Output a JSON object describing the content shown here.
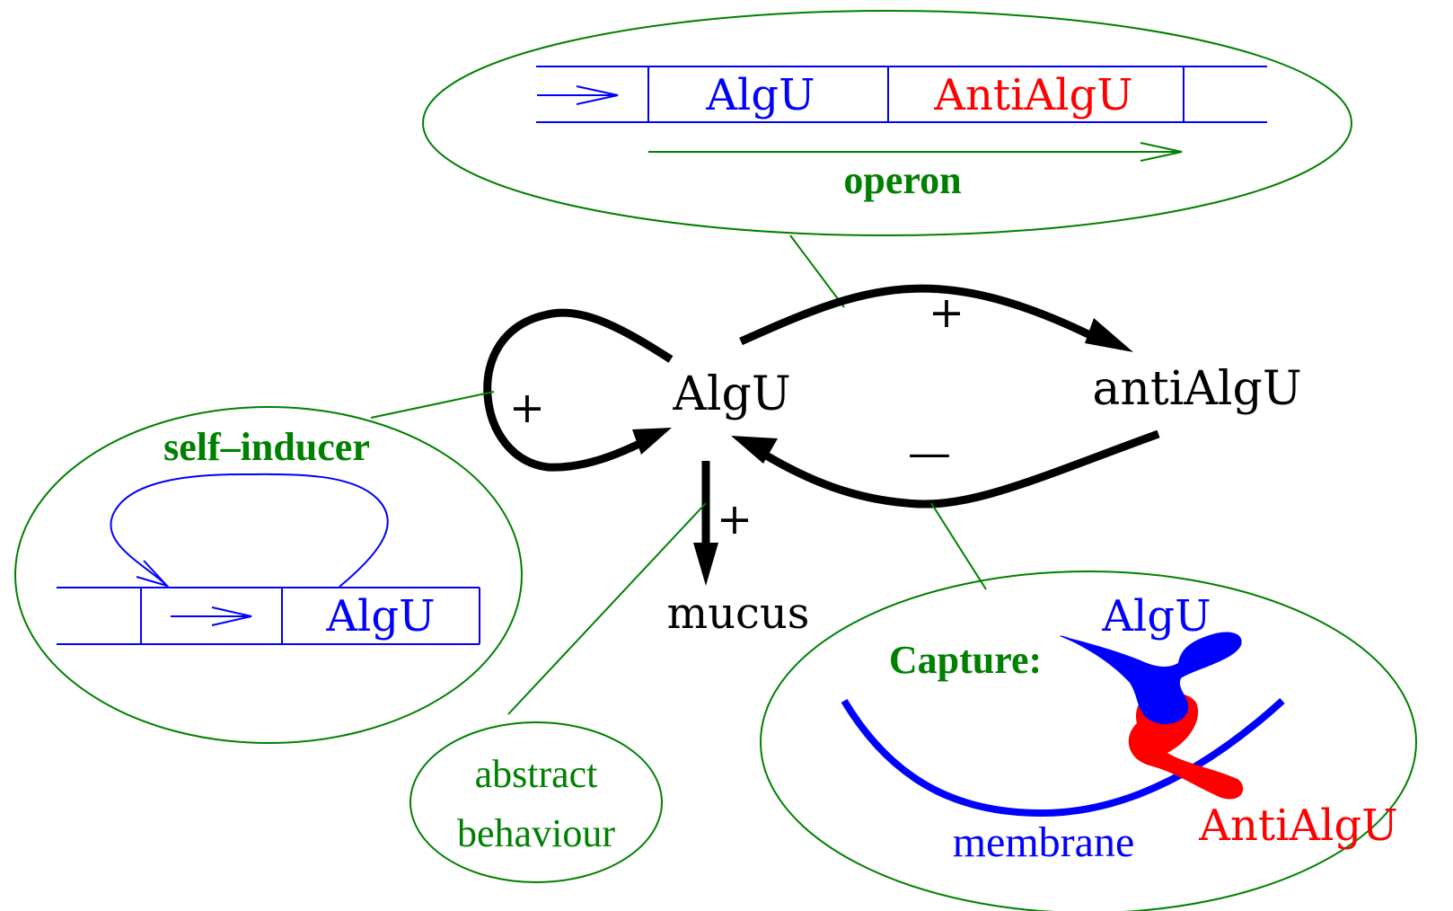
{
  "colors": {
    "black": "#000000",
    "green": "#008000",
    "blue": "#0000ff",
    "red": "#ff0000"
  },
  "operon": {
    "gene_1": "AlgU",
    "gene_2": "AntiAlgU",
    "label": "operon"
  },
  "self_inducer": {
    "label": "self–inducer",
    "gene": "AlgU"
  },
  "network": {
    "node_algu": "AlgU",
    "node_antialgu": "antiAlgU",
    "node_mucus": "mucus",
    "sign_self": "+",
    "sign_activation": "+",
    "sign_inhibition": "—",
    "sign_mucus": "+"
  },
  "abstract": {
    "line_1": "abstract",
    "line_2": "behaviour"
  },
  "capture": {
    "label": "Capture:",
    "protein_algu": "AlgU",
    "protein_antialgu": "AntiAlgU",
    "membrane": "membrane"
  }
}
